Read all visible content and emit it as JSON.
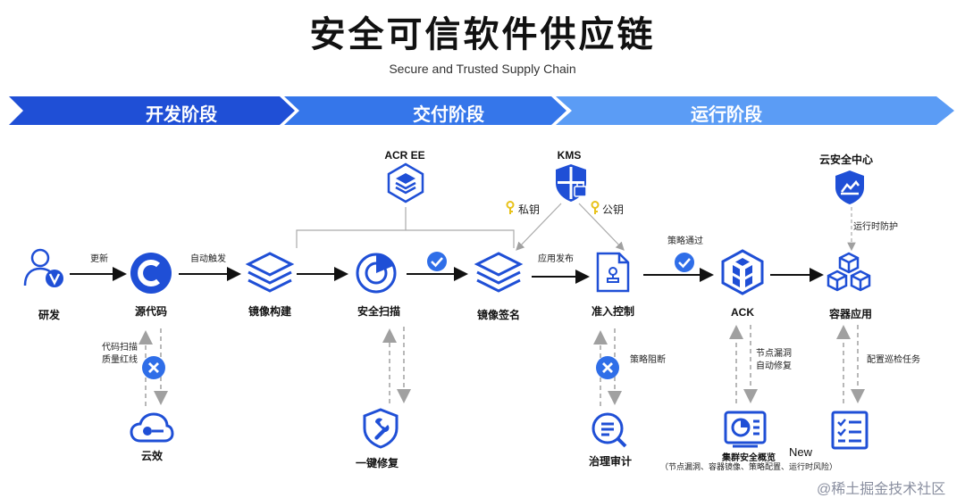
{
  "title": "安全可信软件供应链",
  "subtitle": "Secure and Trusted Supply Chain",
  "stages": [
    {
      "label": "开发阶段",
      "color": "#1f4fd6"
    },
    {
      "label": "交付阶段",
      "color": "#3576ea"
    },
    {
      "label": "运行阶段",
      "color": "#5b9cf5"
    }
  ],
  "top_services": {
    "acr_ee": "ACR EE",
    "kms": "KMS",
    "cloud_security_center": "云安全中心",
    "private_key": "私钥",
    "public_key": "公钥",
    "runtime_protection": "运行时防护"
  },
  "nodes": {
    "develop": "研发",
    "source_code": "源代码",
    "image_build": "镜像构建",
    "security_scan": "安全扫描",
    "image_sign": "镜像签名",
    "access_control": "准入控制",
    "ack": "ACK",
    "container_app": "容器应用"
  },
  "edges": {
    "update": "更新",
    "auto_trigger": "自动触发",
    "app_publish": "应用发布",
    "policy_pass": "策略通过"
  },
  "bottom": {
    "code_scan_line1": "代码扫描",
    "code_scan_line2": "质量红线",
    "yunxiao": "云效",
    "one_click_fix": "一键修复",
    "policy_block": "策略阻断",
    "governance_audit": "治理审计",
    "node_vuln_line1": "节点漏洞",
    "node_vuln_line2": "自动修复",
    "cluster_overview": "集群安全概览",
    "cluster_overview_detail": "（节点漏洞、容器镜像、策略配置、运行时风险）",
    "new_badge": "New",
    "config_inspection": "配置巡检任务"
  },
  "colors": {
    "accent": "#1f4fd6",
    "dark": "#111111",
    "dashed": "#b8b8b8",
    "key": "#e8c21a"
  },
  "watermark": "@稀土掘金技术社区"
}
